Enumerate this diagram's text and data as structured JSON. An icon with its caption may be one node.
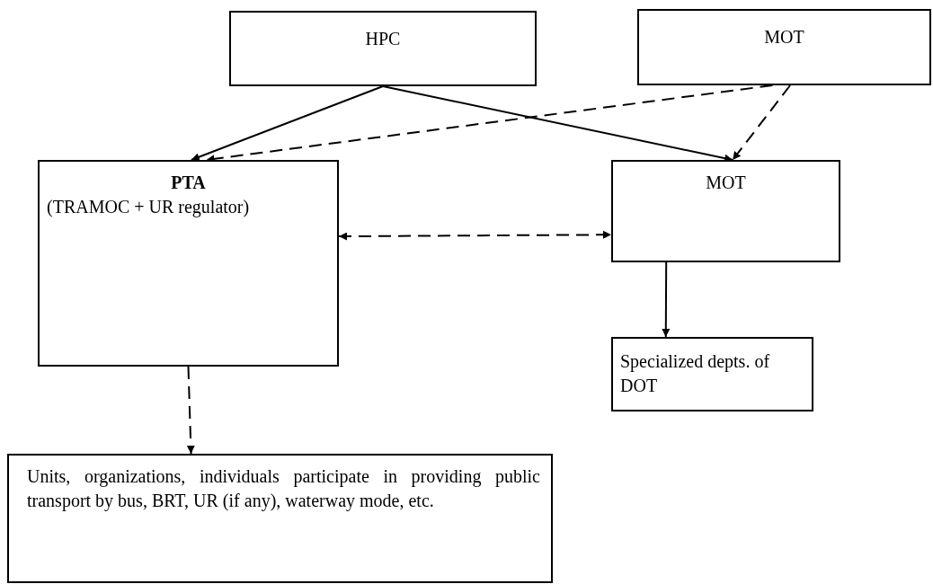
{
  "diagram": {
    "nodes": [
      {
        "text": [
          "HPC"
        ]
      },
      {
        "text": [
          "MOT"
        ]
      },
      {
        "text": [
          "PTA",
          "(TRAMOC + UR regulator)"
        ]
      },
      {
        "text": [
          "MOT"
        ]
      },
      {
        "text": [
          "Specialized depts. of DOT"
        ]
      },
      {
        "text": [
          "Units, organizations, individuals participate in providing public transport by bus, BRT, UR (if any), waterway mode, etc."
        ]
      }
    ],
    "edges": [
      {
        "from": 0,
        "to": 2,
        "arrow": "to"
      },
      {
        "from": 0,
        "to": 3,
        "arrow": "to"
      },
      {
        "from": 1,
        "to": 2,
        "arrow": "to",
        "style": "dashed"
      },
      {
        "from": 1,
        "to": 3,
        "arrow": "to",
        "style": "dashed"
      },
      {
        "from": 2,
        "to": 3,
        "arrow": "both",
        "style": "dashed"
      },
      {
        "from": 3,
        "to": 4,
        "arrow": "to"
      },
      {
        "from": 2,
        "to": 5,
        "arrow": "to",
        "style": "dashed"
      }
    ]
  }
}
